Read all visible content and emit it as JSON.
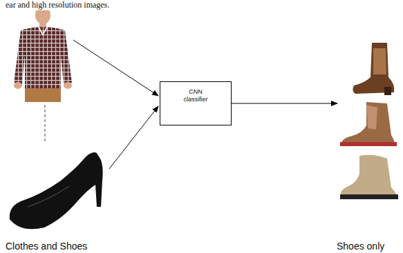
{
  "diagram": {
    "nodes": [
      {
        "text": [
          "CNN classifier"
        ]
      }
    ],
    "labels": [
      "ear and high resolution images.",
      "Clothes and Shoes",
      "Shoes only"
    ]
  }
}
